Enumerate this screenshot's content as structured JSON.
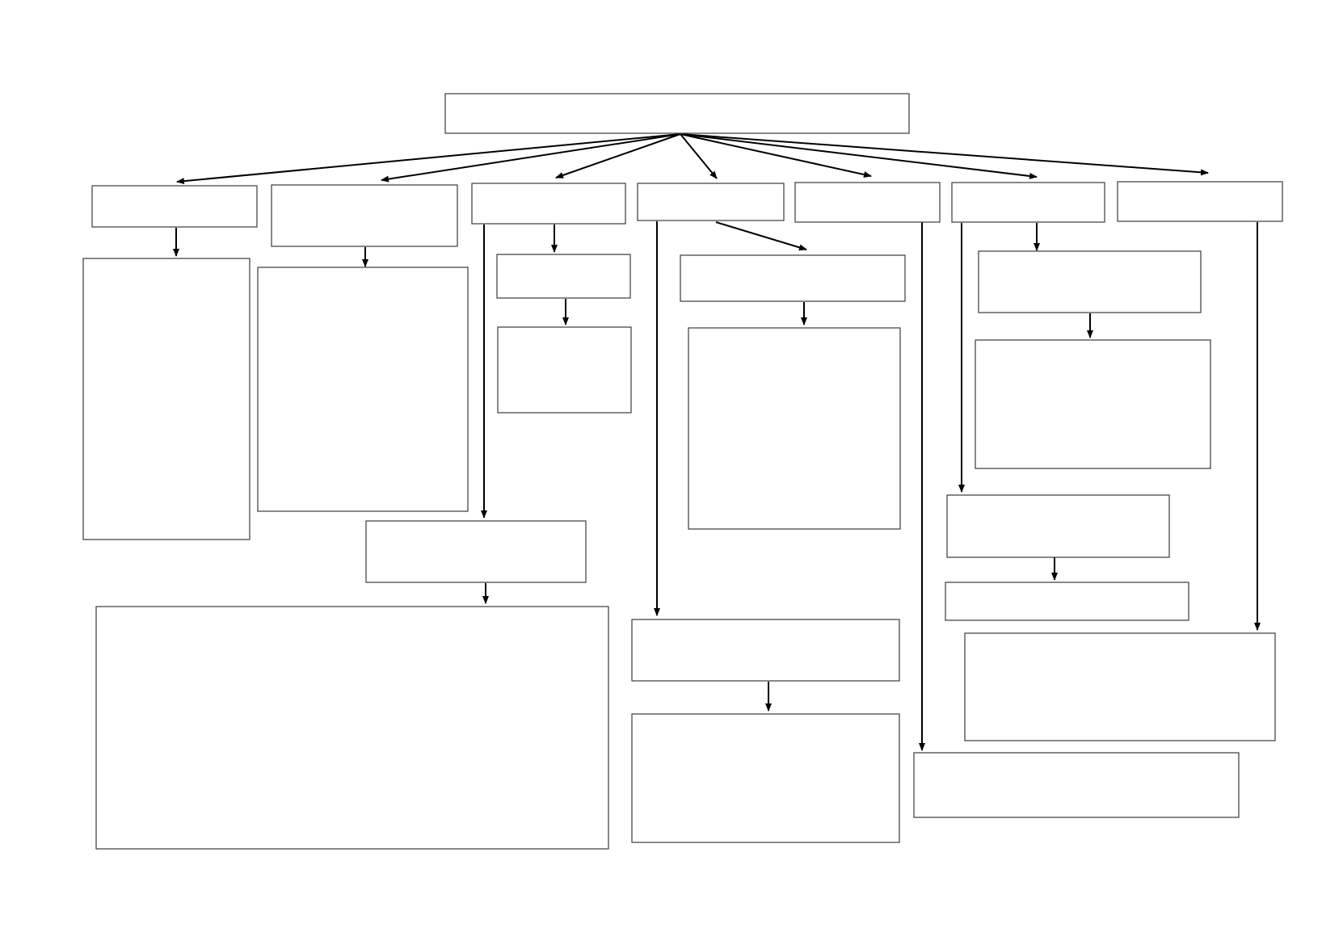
{
  "diagram": {
    "type": "flowchart-template",
    "colors": {
      "stroke": "#3a3a3a",
      "arrow": "#000000",
      "background": "#ffffff"
    },
    "nodes": [
      {
        "id": "root",
        "label": ""
      },
      {
        "id": "c1",
        "label": ""
      },
      {
        "id": "c2",
        "label": ""
      },
      {
        "id": "c3",
        "label": ""
      },
      {
        "id": "c4",
        "label": ""
      },
      {
        "id": "c5",
        "label": ""
      },
      {
        "id": "c6",
        "label": ""
      },
      {
        "id": "c7",
        "label": ""
      },
      {
        "id": "c1a",
        "label": ""
      },
      {
        "id": "c2a",
        "label": ""
      },
      {
        "id": "c3a",
        "label": ""
      },
      {
        "id": "c3b",
        "label": ""
      },
      {
        "id": "c3c",
        "label": ""
      },
      {
        "id": "c3d",
        "label": ""
      },
      {
        "id": "c4a",
        "label": ""
      },
      {
        "id": "c4b",
        "label": ""
      },
      {
        "id": "c4c",
        "label": ""
      },
      {
        "id": "c4d",
        "label": ""
      },
      {
        "id": "c5a",
        "label": ""
      },
      {
        "id": "c6a",
        "label": ""
      },
      {
        "id": "c6b",
        "label": ""
      },
      {
        "id": "c6c",
        "label": ""
      },
      {
        "id": "c6d",
        "label": ""
      },
      {
        "id": "c7a",
        "label": ""
      }
    ],
    "edges": [
      {
        "from": "root",
        "to": "c1"
      },
      {
        "from": "root",
        "to": "c2"
      },
      {
        "from": "root",
        "to": "c3"
      },
      {
        "from": "root",
        "to": "c4"
      },
      {
        "from": "root",
        "to": "c5"
      },
      {
        "from": "root",
        "to": "c6"
      },
      {
        "from": "root",
        "to": "c7"
      },
      {
        "from": "c1",
        "to": "c1a"
      },
      {
        "from": "c2",
        "to": "c2a"
      },
      {
        "from": "c3",
        "to": "c3a"
      },
      {
        "from": "c3a",
        "to": "c3b"
      },
      {
        "from": "c3",
        "to": "c3c"
      },
      {
        "from": "c3c",
        "to": "c3d"
      },
      {
        "from": "c4",
        "to": "c4a"
      },
      {
        "from": "c4a",
        "to": "c4b"
      },
      {
        "from": "c4",
        "to": "c4c"
      },
      {
        "from": "c4c",
        "to": "c4d"
      },
      {
        "from": "c5",
        "to": "c5a"
      },
      {
        "from": "c6",
        "to": "c6a"
      },
      {
        "from": "c6a",
        "to": "c6b"
      },
      {
        "from": "c6",
        "to": "c6c"
      },
      {
        "from": "c6c",
        "to": "c6d"
      },
      {
        "from": "c7",
        "to": "c7a"
      }
    ]
  }
}
